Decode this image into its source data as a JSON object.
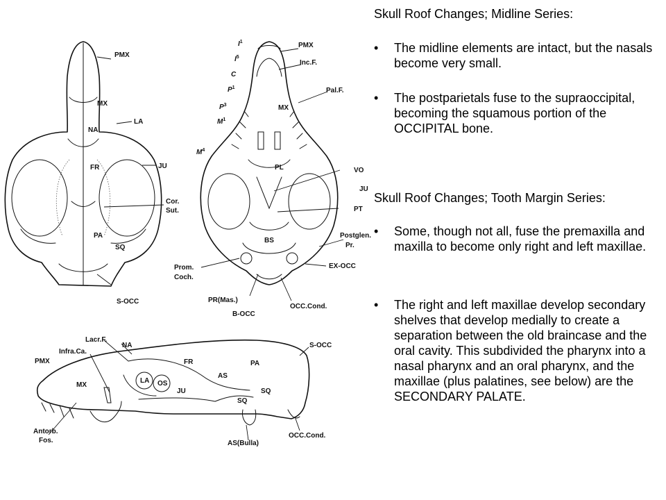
{
  "text_panel": {
    "heading1": "Skull Roof Changes; Midline Series:",
    "bullet1": "The midline elements are intact, but the nasals become very small.",
    "bullet2": "The postparietals fuse to the supraoccipital, becoming the squamous portion of the OCCIPITAL bone.",
    "heading2": "Skull Roof Changes; Tooth Margin Series:",
    "bullet3": "Some, though not all, fuse the premaxilla and maxilla to become only right and left maxillae.",
    "bullet4": "The right and left maxillae develop secondary shelves that develop medially to create a separation between the old braincase and the oral cavity.  This subdivided the pharynx into a nasal pharynx and an oral pharynx, and the maxillae (plus palatines, see below) are the SECONDARY PALATE.",
    "bullet_mark": "•"
  },
  "dorsal_view": {
    "labels": [
      "PMX",
      "MX",
      "NA",
      "LA",
      "FR",
      "JU",
      "Cor.",
      "Sut.",
      "PA",
      "SQ",
      "S-OCC"
    ]
  },
  "ventral_view": {
    "labels": [
      "PMX",
      "Inc.F.",
      "MX",
      "Pal.F.",
      "PL",
      "VO",
      "JU",
      "PT",
      "BS",
      "Postglen.",
      "Pr.",
      "EX-OCC",
      "OCC.Cond.",
      "B-OCC",
      "PR(Mas.)",
      "Prom.",
      "Coch."
    ],
    "tooth_labels": [
      "I",
      "1",
      "I",
      "5",
      "C",
      "P",
      "1",
      "P",
      "3",
      "M",
      "1",
      "M",
      "4"
    ]
  },
  "lateral_view": {
    "labels": [
      "Lacr.F.",
      "NA",
      "Infra.Ca.",
      "PMX",
      "MX",
      "LA",
      "OS",
      "FR",
      "AS",
      "PA",
      "JU",
      "SQ",
      "S-OCC",
      "Antorb.",
      "Fos.",
      "AS(Bulla)",
      "OCC.Cond."
    ]
  }
}
